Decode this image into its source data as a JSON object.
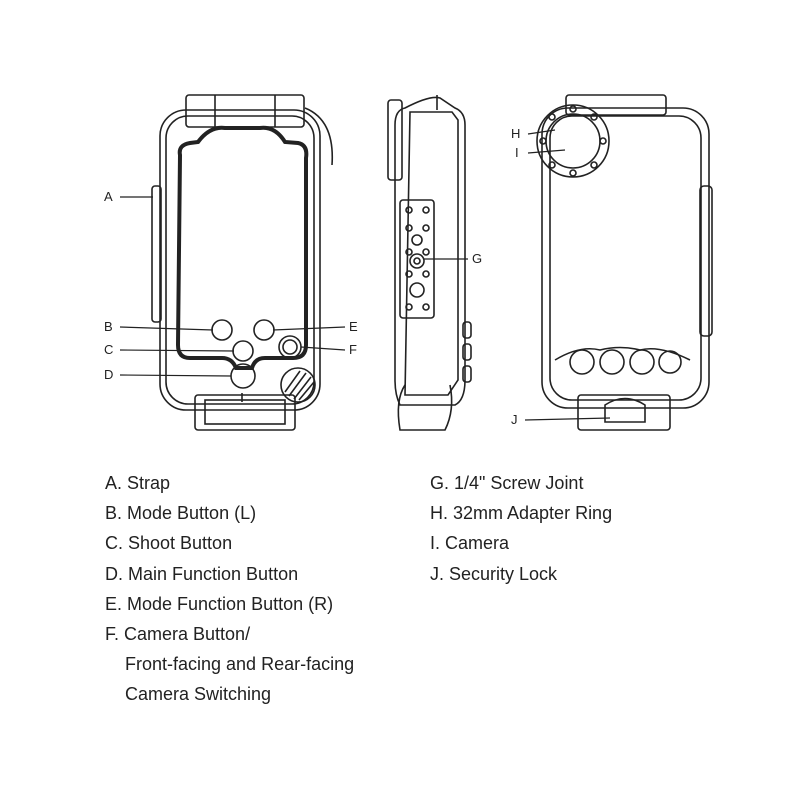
{
  "callouts": {
    "a": "A",
    "b": "B",
    "c": "C",
    "d": "D",
    "e": "E",
    "f": "F",
    "g": "G",
    "h": "H",
    "i": "I",
    "j": "J"
  },
  "legend_left": [
    "A. Strap",
    "B. Mode Button (L)",
    "C. Shoot Button",
    "D. Main Function Button",
    "E. Mode Function Button (R)",
    "F. Camera Button/",
    "Front-facing and Rear-facing",
    "Camera Switching"
  ],
  "legend_right": [
    "G. 1/4\" Screw Joint",
    "H. 32mm Adapter Ring",
    "I. Camera",
    "J. Security Lock"
  ]
}
